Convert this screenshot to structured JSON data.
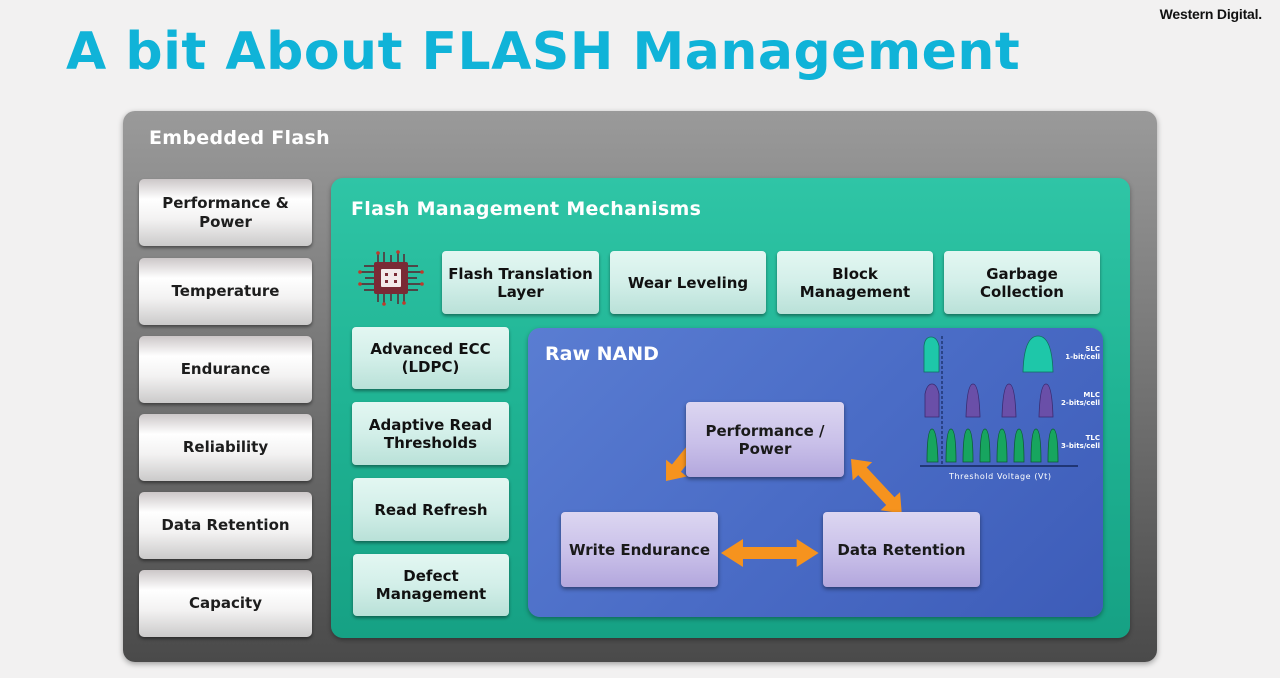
{
  "brand": {
    "logo_text": "Western Digital."
  },
  "slide": {
    "title": "A bit About FLASH Management"
  },
  "embedded_flash": {
    "label": "Embedded Flash",
    "items": [
      {
        "label": "Performance & Power"
      },
      {
        "label": "Temperature"
      },
      {
        "label": "Endurance"
      },
      {
        "label": "Reliability"
      },
      {
        "label": "Data Retention"
      },
      {
        "label": "Capacity"
      }
    ]
  },
  "mechanisms": {
    "label": "Flash Management Mechanisms",
    "chip_icon": "processor-chip-icon",
    "top_items": [
      {
        "label": "Flash Translation Layer"
      },
      {
        "label": "Wear Leveling"
      },
      {
        "label": "Block Management"
      },
      {
        "label": "Garbage Collection"
      }
    ],
    "left_items": [
      {
        "label": "Advanced ECC (LDPC)"
      },
      {
        "label": "Adaptive Read Thresholds"
      },
      {
        "label": "Read Refresh"
      },
      {
        "label": "Defect Management"
      }
    ]
  },
  "raw_nand": {
    "label": "Raw NAND",
    "tradeoffs": {
      "performance": "Performance / Power",
      "endurance": "Write Endurance",
      "retention": "Data Retention"
    },
    "distribution": {
      "slc": {
        "line1": "SLC",
        "line2": "1-bit/cell"
      },
      "mlc": {
        "line1": "MLC",
        "line2": "2-bits/cell"
      },
      "tlc": {
        "line1": "TLC",
        "line2": "3-bits/cell"
      },
      "axis_label": "Threshold  Voltage (Vt)"
    }
  },
  "colors": {
    "title": "#10b3d8",
    "green_panel": "#1fb393",
    "blue_panel": "#4a6cc6",
    "arrow": "#f6931e",
    "slc": "#1ec7a9",
    "mlc": "#6a4fa8",
    "tlc": "#17a55f"
  }
}
